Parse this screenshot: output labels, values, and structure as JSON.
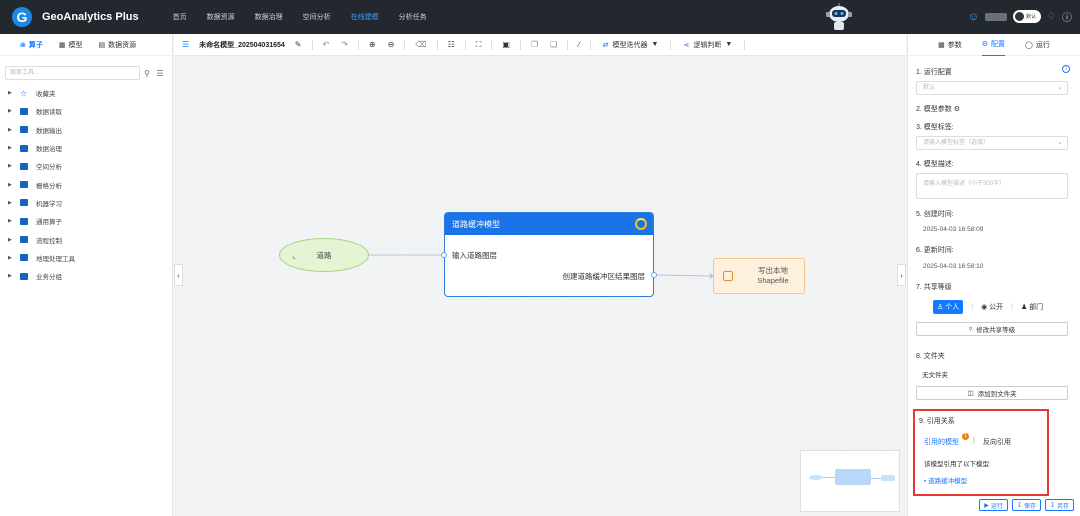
{
  "app": {
    "name": "GeoAnalytics Plus",
    "logo_letter": "G"
  },
  "nav": {
    "items": [
      "首页",
      "数据资源",
      "数据治理",
      "空间分析",
      "在线建模",
      "分析任务"
    ],
    "active": "在线建模"
  },
  "topright": {
    "toggle_label": "默认"
  },
  "left": {
    "tabs": [
      "算子",
      "模型",
      "数据资源"
    ],
    "search_placeholder": "搜索工具...",
    "tree": [
      "收藏夹",
      "数据读取",
      "数据输出",
      "数据治理",
      "空间分析",
      "栅格分析",
      "机器学习",
      "通用算子",
      "流程控制",
      "地理处理工具",
      "业务分组"
    ]
  },
  "canvas": {
    "model_name": "未命名模型_202504031654",
    "iterator_label": "模型迭代器",
    "logic_label": "逻辑判断",
    "input_node": "道路",
    "model_node": {
      "title": "道路缓冲模型",
      "input": "输入道路图层",
      "output": "创建道路缓冲区结果图层"
    },
    "output_node": "写出本地Shapefile"
  },
  "right": {
    "tabs": [
      "参数",
      "配置",
      "运行"
    ],
    "active_tab": "配置",
    "s1": "1. 运行配置",
    "s1_value": "默认",
    "s2": "2. 模型参数",
    "s3": "3. 模型标签:",
    "s3_placeholder": "请输入模型标签（选填）",
    "s4": "4. 模型描述:",
    "s4_placeholder": "请输入模型描述（小于300字）",
    "s5": "5. 创建时间:",
    "s5_value": "2025-04-03 16:58:09",
    "s6": "6. 更新时间:",
    "s6_value": "2025-04-03 16:58:10",
    "s7": "7. 共享等级",
    "share": [
      "个人",
      "公开",
      "部门"
    ],
    "modify_share": "修改共享等级",
    "s8": "8. 文件夹",
    "s8_value": "无文件夹",
    "add_folder": "添加到文件夹",
    "s9": "9. 引用关系",
    "ref_tab1": "引用的模型",
    "ref_badge": "1",
    "ref_tab2": "反向引用",
    "ref_desc": "该模型引用了以下模型:",
    "ref_item": "道路缓冲模型",
    "actions": [
      "运行",
      "保存",
      "另存"
    ]
  }
}
